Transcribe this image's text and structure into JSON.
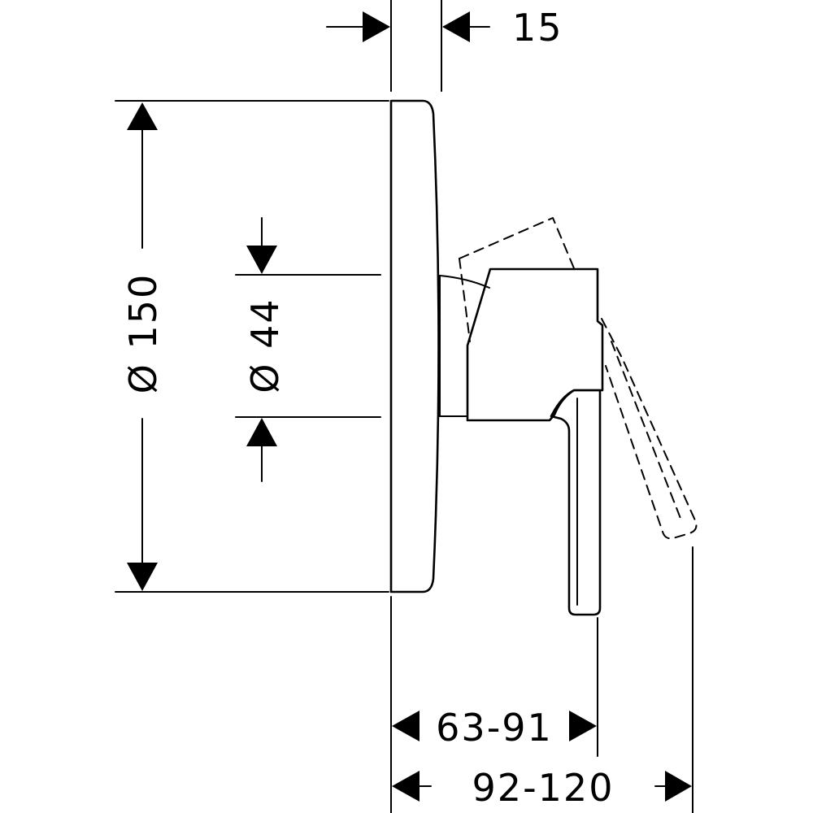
{
  "dimensions": {
    "top_depth": "15",
    "outer_diameter": "Ø 150",
    "inner_diameter": "Ø 44",
    "projection_short": "63-91",
    "projection_long": "92-120"
  }
}
